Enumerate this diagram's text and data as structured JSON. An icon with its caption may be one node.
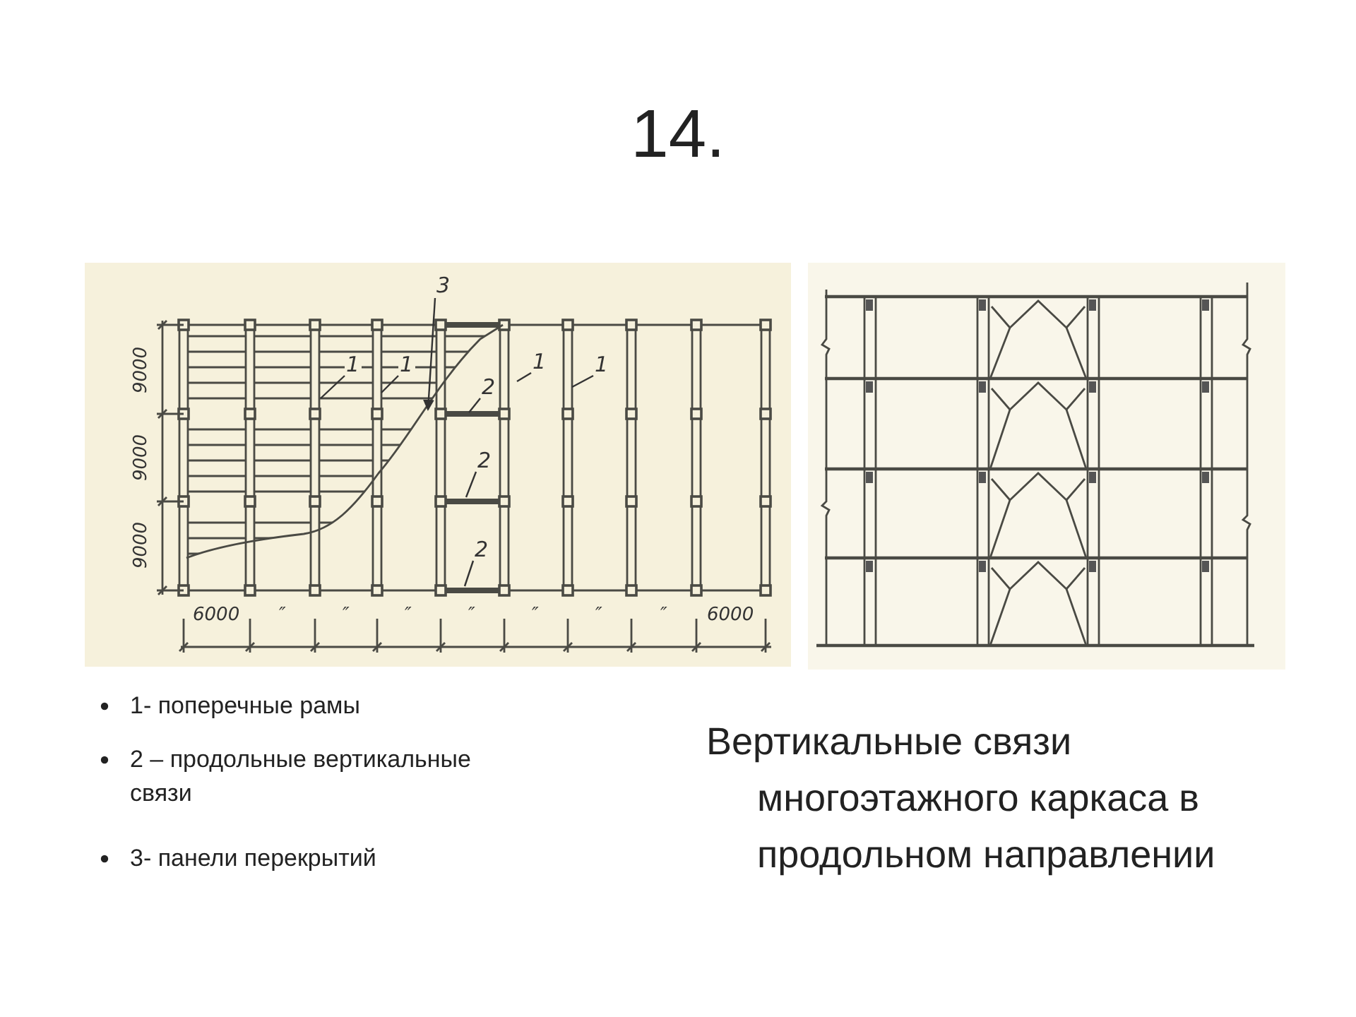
{
  "diagram": {
    "title": "14.",
    "nodes": [
      {
        "text": [
          "3"
        ]
      },
      {
        "text": [
          "1"
        ]
      },
      {
        "text": [
          "1"
        ]
      },
      {
        "text": [
          "1"
        ]
      },
      {
        "text": [
          "1"
        ]
      },
      {
        "text": [
          "2"
        ]
      },
      {
        "text": [
          "2"
        ]
      },
      {
        "text": [
          "2"
        ]
      }
    ],
    "edges": [
      {
        "from": 0,
        "to": null,
        "arrow": "to"
      },
      {
        "from": 1,
        "to": null,
        "arrow": "none"
      },
      {
        "from": 2,
        "to": null,
        "arrow": "none"
      },
      {
        "from": 3,
        "to": null,
        "arrow": "none"
      },
      {
        "from": 4,
        "to": null,
        "arrow": "none"
      },
      {
        "from": 5,
        "to": null,
        "arrow": "none"
      },
      {
        "from": 6,
        "to": null,
        "arrow": "none"
      },
      {
        "from": 7,
        "to": null,
        "arrow": "none"
      }
    ],
    "labels": [
      "9000",
      "9000",
      "9000",
      "6000",
      "″",
      "″",
      "″",
      "″",
      "″",
      "″",
      "″",
      "6000",
      "1- поперечные рамы",
      "2 – продольные вертикальные связи",
      "3- панели перекрытий",
      "Вертикальные связи многоэтажного каркаса в продольном направлении"
    ]
  }
}
